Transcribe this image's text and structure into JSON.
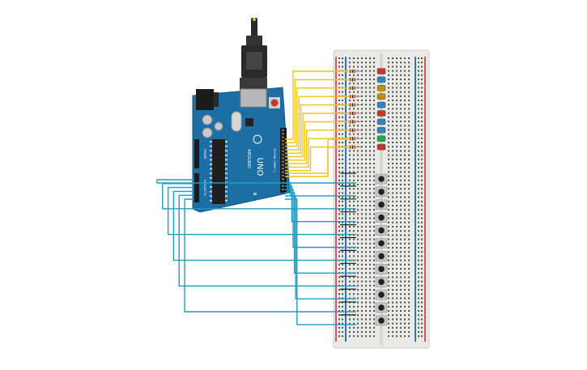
{
  "canvas": {
    "background": "#ffffff"
  },
  "arduino": {
    "board_text": "UNO",
    "brand_text": "ARDUINO",
    "header_label": "DIGITAL (PWM~)",
    "power_label": "POWER",
    "analog_label": "ANALOG IN",
    "board_color": "#1c6ea4",
    "usb_color": "#2a2a2a"
  },
  "breadboard": {
    "color": "#e9e9e6",
    "hole_color": "#4f4f4f",
    "rail_red": "#d9534f",
    "rail_blue": "#3a6fb0"
  },
  "leds": [
    {
      "color": "#c0392b"
    },
    {
      "color": "#2e86c1"
    },
    {
      "color": "#b7950b"
    },
    {
      "color": "#b7950b"
    },
    {
      "color": "#2e86c1"
    },
    {
      "color": "#c0392b"
    },
    {
      "color": "#2e86c1"
    },
    {
      "color": "#2e86c1"
    },
    {
      "color": "#28a745"
    },
    {
      "color": "#c0392b"
    }
  ],
  "button_count": 12,
  "wires": {
    "led_signal_color": "#f1c40f",
    "button_signal_color": "#1f9ec0",
    "ground_color": "#222222"
  }
}
